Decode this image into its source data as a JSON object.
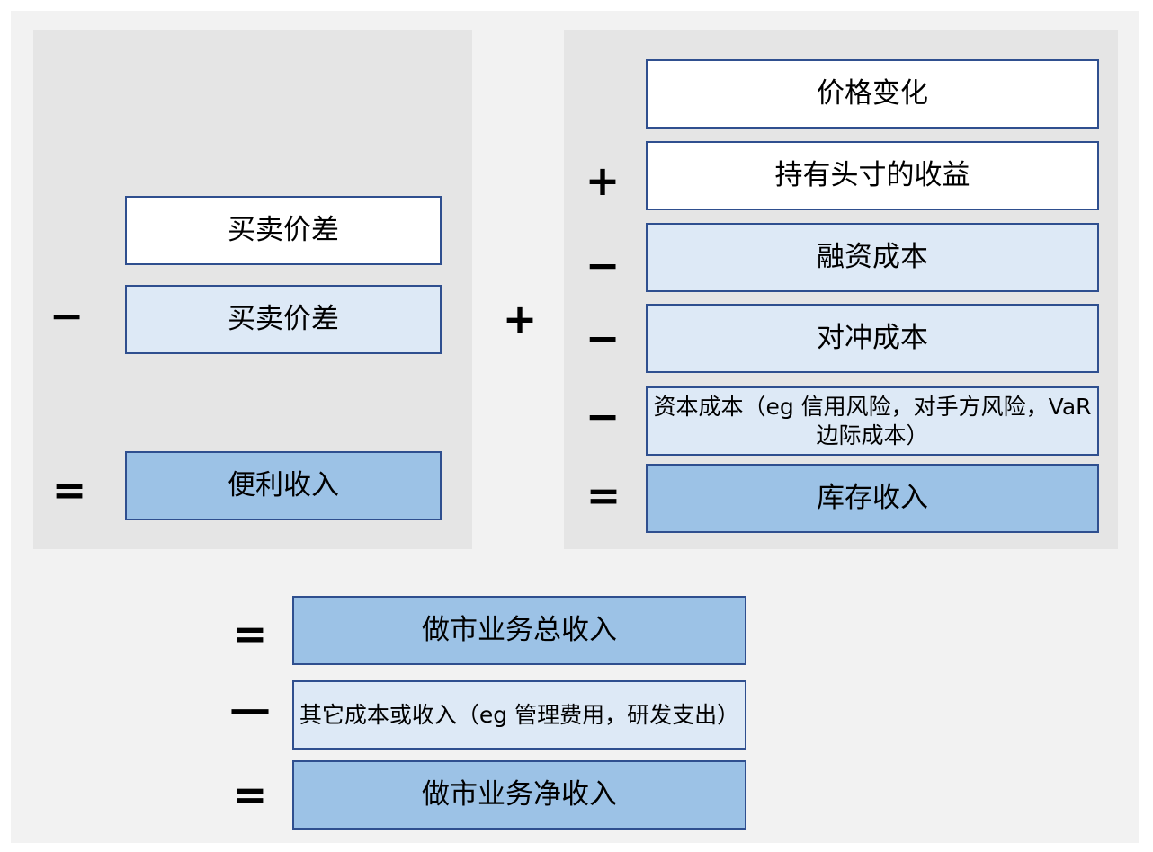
{
  "colors": {
    "panel_bg": "#e5e5e5",
    "canvas_bg": "#f2f2f2",
    "border": "#2f4f8f",
    "white_box": "#ffffff",
    "light_box": "#dde9f6",
    "mid_box": "#9cc2e6"
  },
  "left": {
    "box1": "买卖价差",
    "box2": "买卖价差",
    "box3": "便利收入",
    "op_minus": "−",
    "op_equals": "="
  },
  "center_op": "+",
  "right": {
    "box1": "价格变化",
    "box2": "持有头寸的收益",
    "box3": "融资成本",
    "box4": "对冲成本",
    "box5": "资本成本（eg 信用风险，对手方风险，VaR边际成本）",
    "box6": "库存收入",
    "op_plus": "+",
    "op_minus1": "−",
    "op_minus2": "−",
    "op_minus3": "−",
    "op_equals": "="
  },
  "bottom": {
    "box1": "做市业务总收入",
    "box2": "其它成本或收入（eg 管理费用，研发支出）",
    "box3": "做市业务净收入",
    "op_equals1": "=",
    "op_minus": "—",
    "op_equals2": "="
  }
}
